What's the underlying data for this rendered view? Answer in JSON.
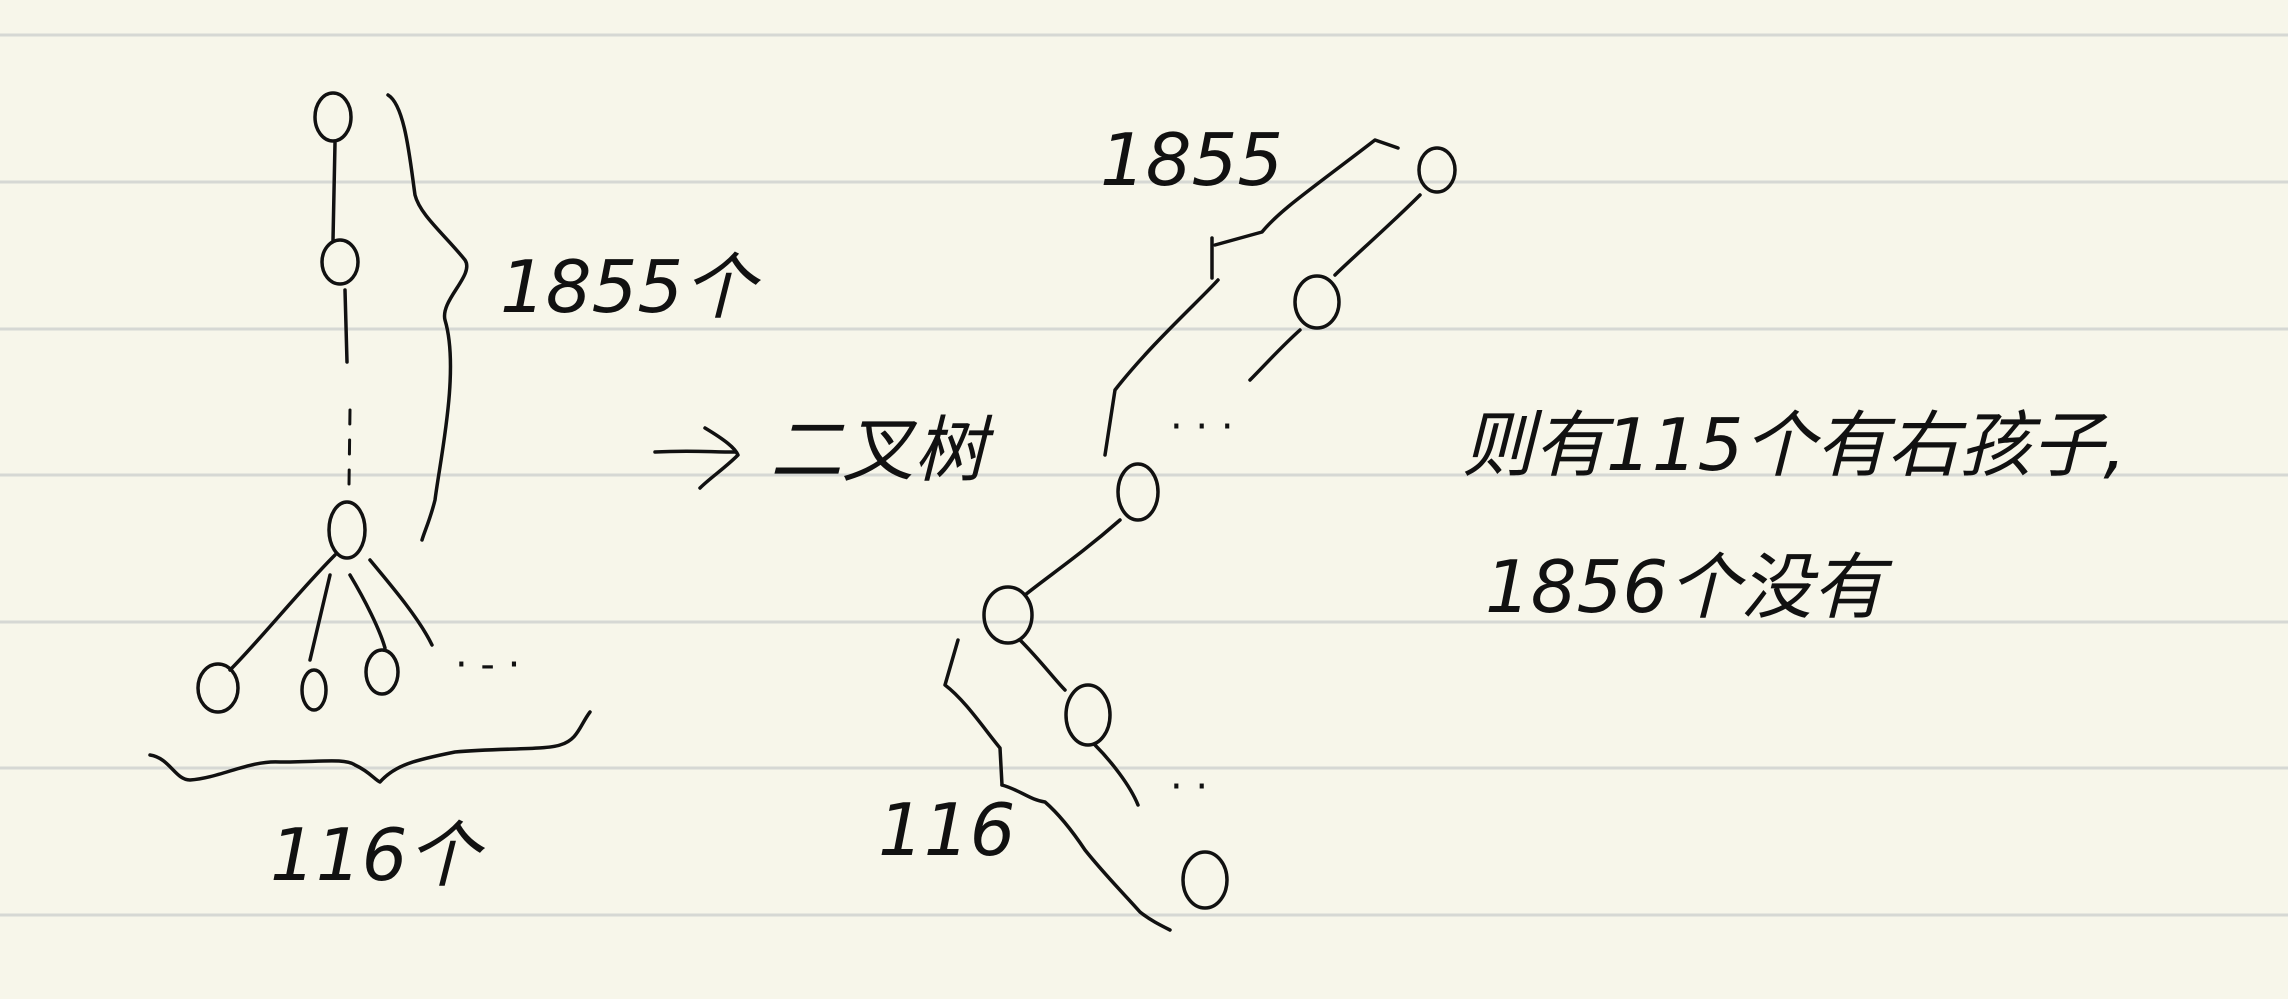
{
  "left_tree": {
    "height_label": "1855个",
    "leaf_label": "116个"
  },
  "arrow_label": "二叉树",
  "right_tree": {
    "top_label": "1855",
    "bottom_label": "116"
  },
  "conclusion": {
    "line1": "则有115个有右孩子,",
    "line2": "1856个没有"
  }
}
